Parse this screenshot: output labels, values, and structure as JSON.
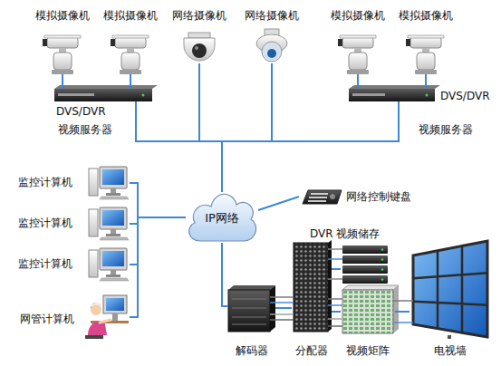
{
  "diagram": {
    "nodes": [
      {
        "text": [
          "模拟摄像机"
        ]
      },
      {
        "text": [
          "模拟摄像机"
        ]
      },
      {
        "text": [
          "网络摄像机"
        ]
      },
      {
        "text": [
          "网络摄像机"
        ]
      },
      {
        "text": [
          "模拟摄像机"
        ]
      },
      {
        "text": [
          "模拟摄像机"
        ]
      },
      {
        "text": [
          "DVS/DVR",
          "视频服务器"
        ]
      },
      {
        "text": [
          "DVS/DVR",
          "视频服务器"
        ]
      },
      {
        "text": [
          "IP网络"
        ]
      },
      {
        "text": [
          "监控计算机"
        ]
      },
      {
        "text": [
          "监控计算机"
        ]
      },
      {
        "text": [
          "监控计算机"
        ]
      },
      {
        "text": [
          "网管计算机"
        ]
      },
      {
        "text": [
          "网络控制键盘"
        ]
      },
      {
        "text": [
          "解码器"
        ]
      },
      {
        "text": [
          "分配器"
        ]
      },
      {
        "text": [
          "DVR 视频储存"
        ]
      },
      {
        "text": [
          "视频矩阵"
        ]
      },
      {
        "text": [
          "电视墙"
        ]
      }
    ],
    "edges": [
      {
        "from": 0,
        "to": 6,
        "arrow": "none"
      },
      {
        "from": 1,
        "to": 6,
        "arrow": "none"
      },
      {
        "from": 4,
        "to": 7,
        "arrow": "none"
      },
      {
        "from": 5,
        "to": 7,
        "arrow": "none"
      },
      {
        "from": 6,
        "to": 8,
        "arrow": "none"
      },
      {
        "from": 2,
        "to": 8,
        "arrow": "none"
      },
      {
        "from": 3,
        "to": 8,
        "arrow": "none"
      },
      {
        "from": 7,
        "to": 8,
        "arrow": "none"
      },
      {
        "from": 9,
        "to": 8,
        "arrow": "none"
      },
      {
        "from": 10,
        "to": 8,
        "arrow": "none"
      },
      {
        "from": 11,
        "to": 8,
        "arrow": "none"
      },
      {
        "from": 12,
        "to": 8,
        "arrow": "none"
      },
      {
        "from": 13,
        "to": 8,
        "arrow": "none"
      },
      {
        "from": 8,
        "to": 14,
        "arrow": "none"
      },
      {
        "from": 14,
        "to": 15,
        "arrow": "none"
      },
      {
        "from": 15,
        "to": 16,
        "arrow": "none"
      },
      {
        "from": 15,
        "to": 17,
        "arrow": "none"
      },
      {
        "from": 17,
        "to": 18,
        "arrow": "none"
      }
    ]
  }
}
